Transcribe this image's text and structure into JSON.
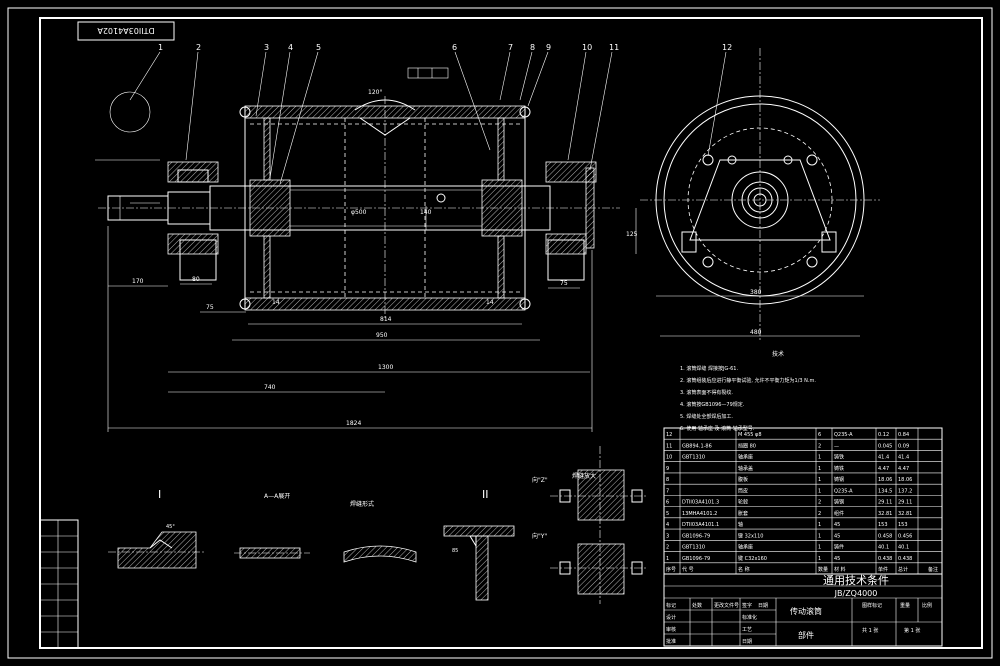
{
  "drawing": {
    "code_box": "DTII03A4102A",
    "title_tech": "通用技术条件",
    "std_code": "JB/ZQ4000",
    "name": "传动滚筒",
    "sub_name": "部件",
    "tech_title": "技术",
    "views": {
      "detail_1": "I",
      "detail_2": "II",
      "section_aa": "A—A展开",
      "section_label": "焊缝形式",
      "view_z": "向\"Z\"",
      "view_y": "向\"Y\"",
      "view_caption": "焊缝放大"
    }
  },
  "dimensions": {
    "d1824": "1824",
    "d740": "740",
    "d1300": "1300",
    "d950": "950",
    "d814": "814",
    "d170": "170",
    "d80": "80",
    "d75a": "75",
    "d75b": "75",
    "d14a": "14",
    "d14b": "14",
    "d480": "480",
    "d380": "380",
    "d125": "125",
    "d85": "85",
    "d120deg": "120°",
    "d140": "140",
    "d500": "φ500",
    "d45": "45°"
  },
  "balloons": [
    "1",
    "2",
    "3",
    "4",
    "5",
    "6",
    "7",
    "8",
    "9",
    "10",
    "11",
    "12"
  ],
  "tech_notes": [
    "1. 滚筒焊缝 焊接按JG-61.",
    "2. 滚筒组装后应进行静平衡试验, 允许不平衡力矩为1/3 N.m.",
    "3. 滚筒表面不得有裂纹.",
    "4. 滚筒按GB1096—79规定.",
    "5. 焊缝处全部焊后加工.",
    "6. 使用 轴承座 及 滚筒 轴承型号."
  ],
  "bom_header": [
    "序号",
    "代 号",
    "名 称",
    "数量",
    "材 料",
    "单件",
    "总计",
    "备注"
  ],
  "bom": [
    {
      "no": "12",
      "code": "",
      "name": "M 455 φ8",
      "qty": "6",
      "mat": "Q235-A",
      "w1": "0.12",
      "w2": "0.84"
    },
    {
      "no": "11",
      "code": "GB894.1-86",
      "name": "挡圈 80",
      "qty": "2",
      "mat": "—",
      "w1": "0.045",
      "w2": "0.09"
    },
    {
      "no": "10",
      "code": "GBT1310",
      "name": "轴承座",
      "qty": "1",
      "mat": "铸铁",
      "w1": "41.4",
      "w2": "41.4"
    },
    {
      "no": "9",
      "code": "",
      "name": "轴承盖",
      "qty": "1",
      "mat": "铸铁",
      "w1": "4.47",
      "w2": "4.47"
    },
    {
      "no": "8",
      "code": "",
      "name": "腹板",
      "qty": "1",
      "mat": "铸钢",
      "w1": "18.06",
      "w2": "18.06"
    },
    {
      "no": "7",
      "code": "",
      "name": "筒皮",
      "qty": "1",
      "mat": "Q235-A",
      "w1": "134.5",
      "w2": "137.2"
    },
    {
      "no": "6",
      "code": "DTII03A4101.3",
      "name": "轮毂",
      "qty": "2",
      "mat": "铸钢",
      "w1": "29.11",
      "w2": "29.11"
    },
    {
      "no": "5",
      "code": "13MHA4101.2",
      "name": "胀套",
      "qty": "2",
      "mat": "组件",
      "w1": "32.81",
      "w2": "32.81"
    },
    {
      "no": "4",
      "code": "DTII03A4101.1",
      "name": "轴",
      "qty": "1",
      "mat": "45",
      "w1": "153",
      "w2": "153"
    },
    {
      "no": "3",
      "code": "GB1096-79",
      "name": "键 32x110",
      "qty": "1",
      "mat": "45",
      "w1": "0.458",
      "w2": "0.456"
    },
    {
      "no": "2",
      "code": "GBT1310",
      "name": "轴承座",
      "qty": "1",
      "mat": "铸件",
      "w1": "40.1",
      "w2": "40.1"
    },
    {
      "no": "1",
      "code": "GB1096-79",
      "name": "键 C32x160",
      "qty": "1",
      "mat": "45",
      "w1": "0.438",
      "w2": "0.438"
    }
  ],
  "title_block": {
    "r1": [
      "标记",
      "处数",
      "更改文件号",
      "签字",
      "日期"
    ],
    "r2": [
      "设计",
      "",
      "标准化"
    ],
    "r3": [
      "审核",
      "",
      "工艺"
    ],
    "r4": [
      "批准",
      "",
      "日期"
    ],
    "stage_hdr": [
      "图样标记",
      "重量",
      "比例"
    ],
    "sheet": [
      "共 1 张",
      "第 1 张"
    ]
  }
}
